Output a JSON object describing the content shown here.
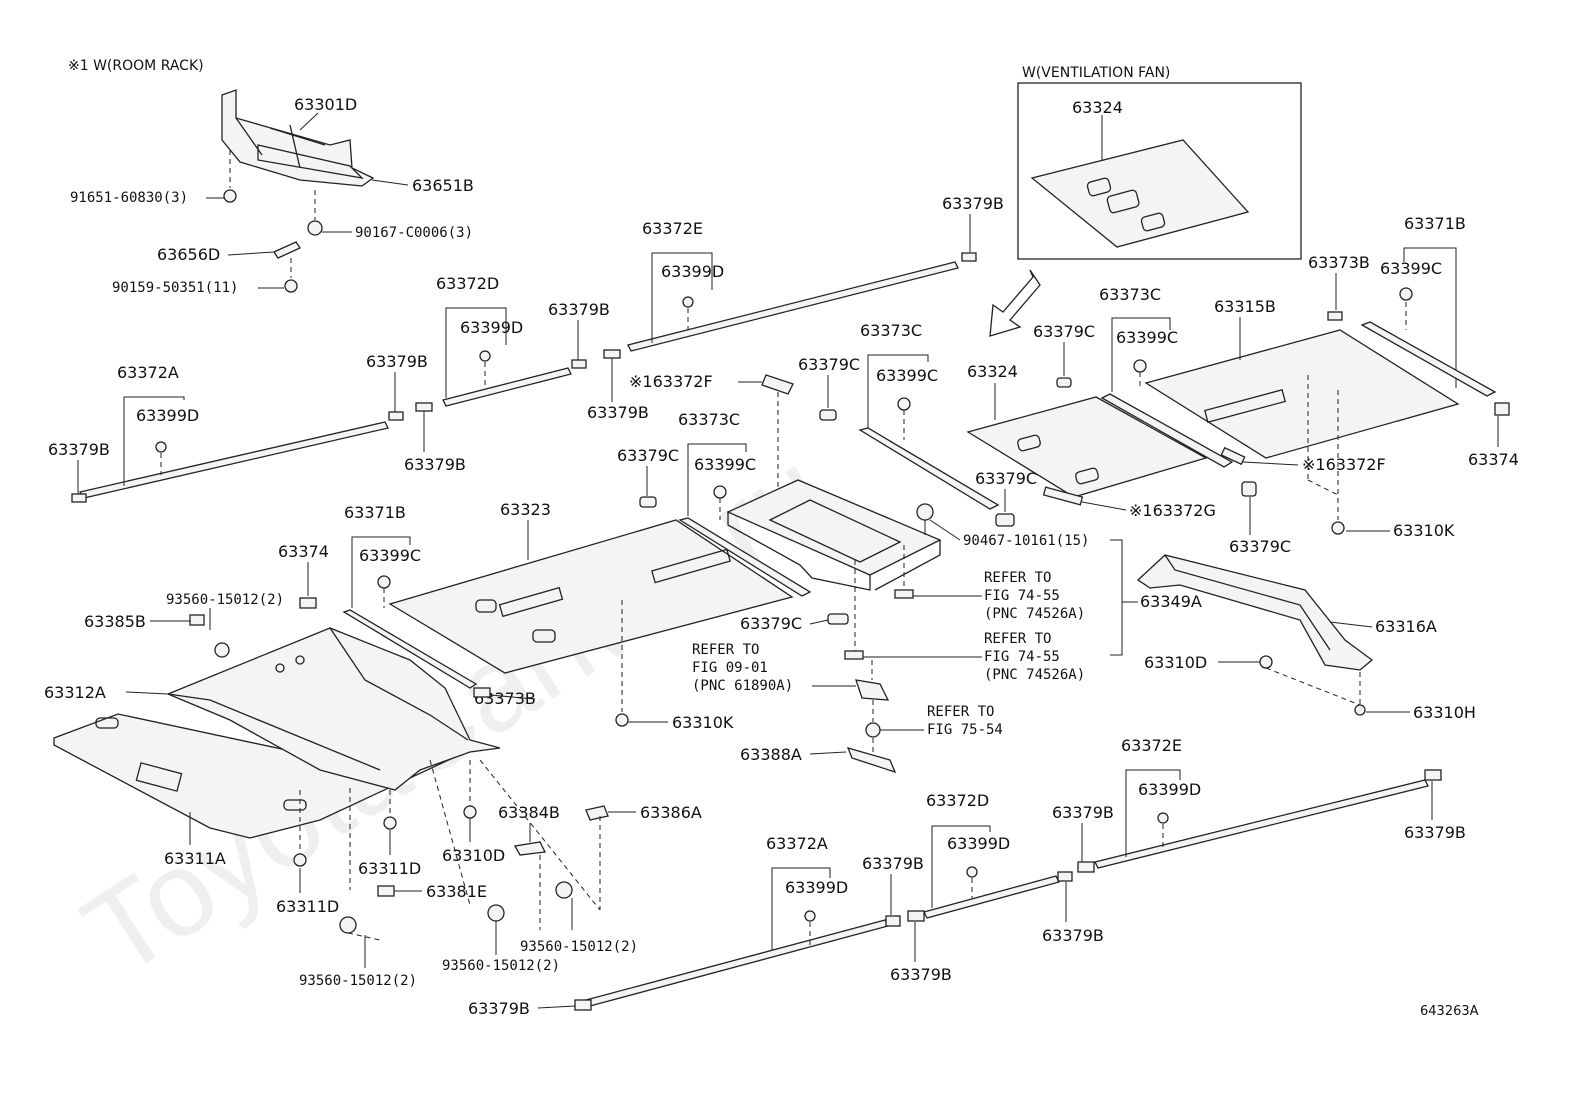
{
  "watermark": "ToyotaCarMe.ru",
  "figure_id": "643263A",
  "room_rack_header": "※1 W(ROOM RACK)",
  "vent_fan_header": "W(VENTILATION FAN)",
  "labels": {
    "p63301D": "63301D",
    "p63651B": "63651B",
    "p91651": "91651-60830(3)",
    "p90167": "90167-C0006(3)",
    "p63656D": "63656D",
    "p90159": "90159-50351(11)",
    "p63372E_top": "63372E",
    "p63399D_e": "63399D",
    "p63379B_tr": "63379B",
    "p63372D_top": "63372D",
    "p63399D_d": "63399D",
    "p63379B_m1": "63379B",
    "p63379B_m2": "63379B",
    "p63372A_top": "63372A",
    "p63399D_a": "63399D",
    "p63379B_l1": "63379B",
    "p63379B_l2": "63379B",
    "p63379B_l3": "63379B",
    "p63324_box": "63324",
    "p63324": "63324",
    "p63373C_1": "63373C",
    "p63399C_1": "63399C",
    "p63379C_1": "63379C",
    "p63373B_r": "63373B",
    "p63399C_r": "63399C",
    "p63371B_r": "63371B",
    "p63315B": "63315B",
    "p63374_r": "63374",
    "p63372F_r": "※163372F",
    "p63372G": "※163372G",
    "p63379C_2": "63379C",
    "p63379C_3": "63379C",
    "p63310K_r": "63310K",
    "p63373C_2": "63373C",
    "p63399C_2": "63399C",
    "p63379C_4": "63379C",
    "p63372F_c": "※163372F",
    "p63373C_3": "63373C",
    "p63379C_5": "63379C",
    "p63399C_3": "63399C",
    "p90467": "90467-10161(15)",
    "refer1_a": "REFER TO",
    "refer1_b": "FIG 74-55",
    "refer1_c": "(PNC 74526A)",
    "refer2_a": "REFER TO",
    "refer2_b": "FIG 74-55",
    "refer2_c": "(PNC 74526A)",
    "p63349A": "63349A",
    "p63316A": "63316A",
    "p63310D_r": "63310D",
    "p63310H": "63310H",
    "p63371B_l": "63371B",
    "p63323": "63323",
    "p63374_l": "63374",
    "p63399C_l": "63399C",
    "p93560_1": "93560-15012(2)",
    "p63385B": "63385B",
    "p63379C_6": "63379C",
    "refer3_a": "REFER TO",
    "refer3_b": "FIG 09-01",
    "refer3_c": "(PNC 61890A)",
    "p63312A": "63312A",
    "p63373B_l": "63373B",
    "p63310K_l": "63310K",
    "refer4_a": "REFER TO",
    "refer4_b": "FIG 75-54",
    "p63388A": "63388A",
    "p63384B": "63384B",
    "p63386A": "63386A",
    "p63311A": "63311A",
    "p63311D_1": "63311D",
    "p63310D_l": "63310D",
    "p63381E": "63381E",
    "p63311D_2": "63311D",
    "p93560_2": "93560-15012(2)",
    "p93560_3": "93560-15012(2)",
    "p93560_4": "93560-15012(2)",
    "p63372E_b": "63372E",
    "p63399D_be": "63399D",
    "p63379B_b1": "63379B",
    "p63372D_b": "63372D",
    "p63399D_bd": "63399D",
    "p63379B_b2": "63379B",
    "p63372A_b": "63372A",
    "p63399D_ba": "63399D",
    "p63379B_b3": "63379B",
    "p63379B_b4": "63379B",
    "p63379B_b5": "63379B",
    "p63379B_b6": "63379B"
  }
}
